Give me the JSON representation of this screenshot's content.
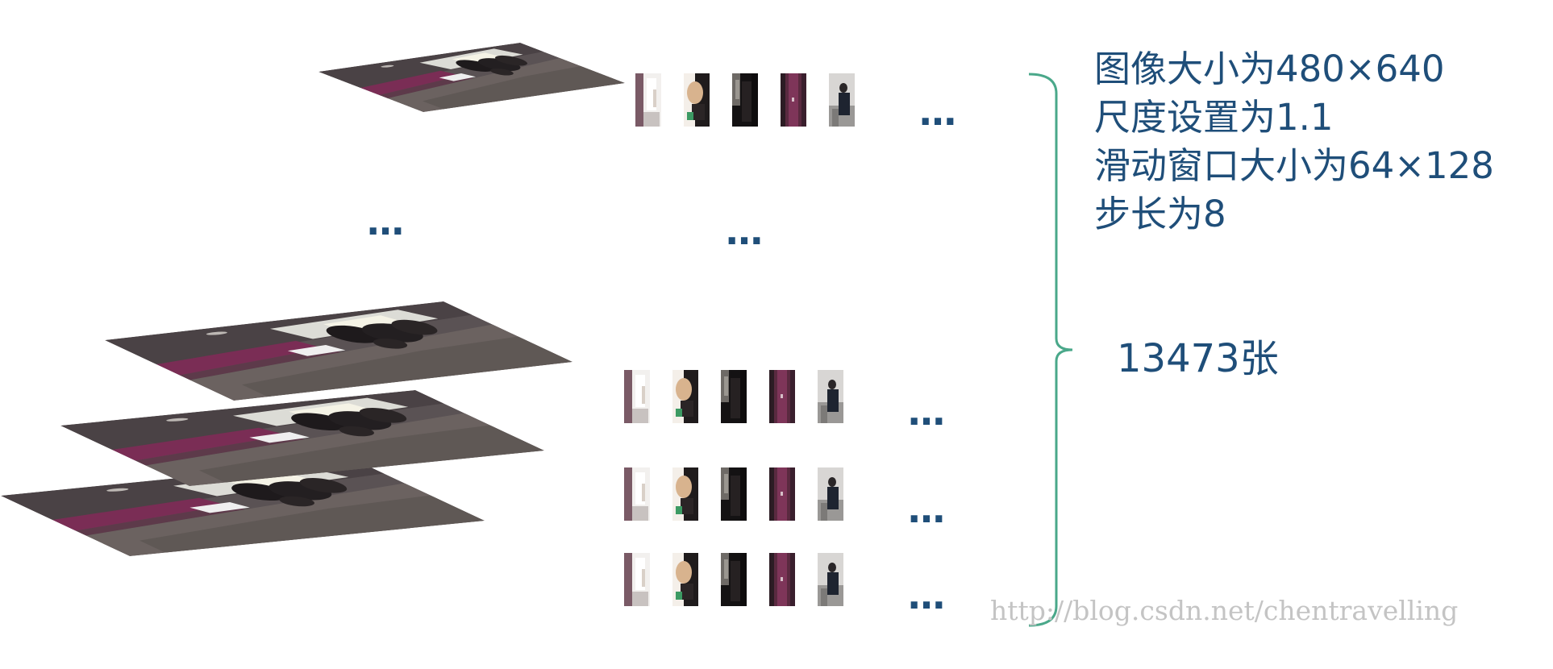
{
  "notes": {
    "image_size": "图像大小为480×640",
    "scale": "尺度设置为1.1",
    "window_size": "滑动窗口大小为64×128",
    "step": "步长为8"
  },
  "total_count": "13473张",
  "ellipsis": "…",
  "watermark": "http://blog.csdn.net/chentravelling",
  "colors": {
    "text_blue": "#1f4e79",
    "brace_green": "#4aa88a",
    "watermark_gray": "#c4c4c4",
    "scene_dark": "#4a4245",
    "scene_floor": "#6b6260",
    "scene_magenta": "#7a2d55",
    "scene_light": "#e6e6e6"
  },
  "diagram": {
    "pyramid_levels_shown": 4,
    "patches_per_row": 5,
    "patch_types": [
      "bright-door-patch",
      "person-arm-patch",
      "dark-figure-patch",
      "magenta-wall-patch",
      "person-standing-patch"
    ]
  }
}
